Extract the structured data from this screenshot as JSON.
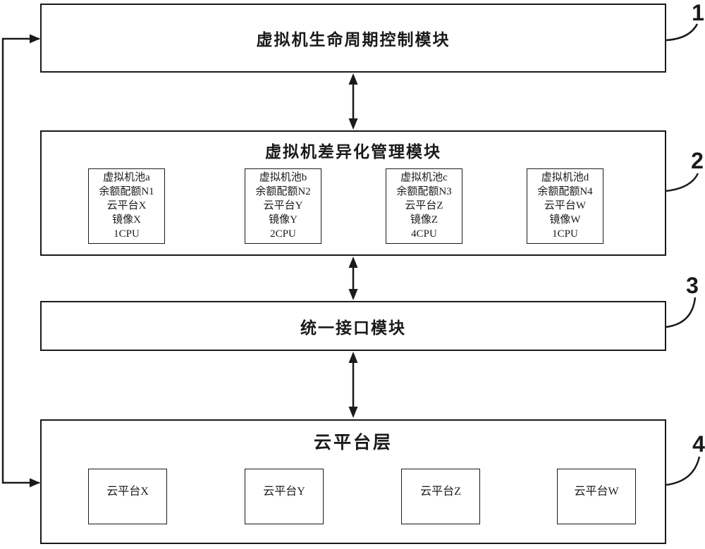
{
  "figure": {
    "modules": [
      {
        "ref": "1",
        "title": "虚拟机生命周期控制模块"
      },
      {
        "ref": "2",
        "title": "虚拟机差异化管理模块",
        "pools": [
          {
            "lines": [
              "虚拟机池a",
              "余额配额N1",
              "云平台X",
              "镜像X",
              "1CPU"
            ]
          },
          {
            "lines": [
              "虚拟机池b",
              "余额配额N2",
              "云平台Y",
              "镜像Y",
              "2CPU"
            ]
          },
          {
            "lines": [
              "虚拟机池c",
              "余额配额N3",
              "云平台Z",
              "镜像Z",
              "4CPU"
            ]
          },
          {
            "lines": [
              "虚拟机池d",
              "余额配额N4",
              "云平台W",
              "镜像W",
              "1CPU"
            ]
          }
        ]
      },
      {
        "ref": "3",
        "title": "统一接口模块"
      },
      {
        "ref": "4",
        "title": "云平台层",
        "platforms": [
          "云平台X",
          "云平台Y",
          "云平台Z",
          "云平台W"
        ]
      }
    ],
    "colors": {
      "line": "#1a1a1a",
      "background": "#ffffff"
    }
  }
}
